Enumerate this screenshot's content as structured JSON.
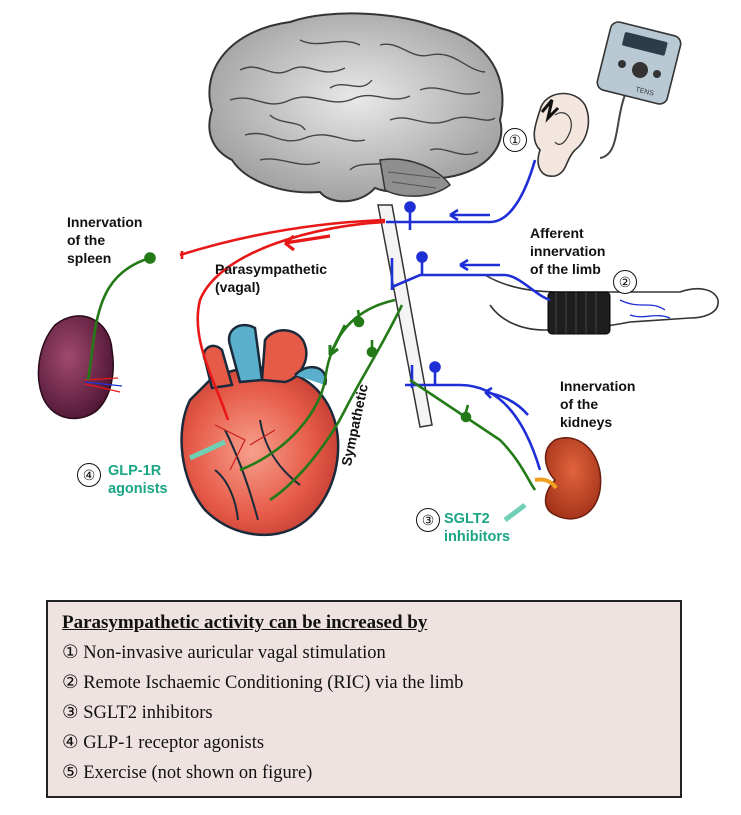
{
  "labels": {
    "spleen": [
      "Innervation",
      "of the",
      "spleen"
    ],
    "parasympathetic": [
      "Parasympathetic",
      "(vagal)"
    ],
    "afferent": [
      "Afferent",
      "innervation",
      "of the limb"
    ],
    "kidneys": [
      "Innervation",
      "of the",
      "kidneys"
    ],
    "sympathetic": "Sympathetic",
    "glp": [
      "GLP-1R",
      "agonists"
    ],
    "sglt": [
      "SGLT2",
      "inhibitors"
    ],
    "markers": [
      "①",
      "②",
      "③",
      "④"
    ],
    "device_text": "TENS"
  },
  "box": {
    "heading": "Parasympathetic activity can be increased by",
    "items": [
      "① Non-invasive auricular vagal stimulation",
      "② Remote Ischaemic Conditioning (RIC) via the limb",
      "③ SGLT2 inhibitors",
      "④ GLP-1 receptor agonists",
      "⑤ Exercise (not shown on figure)"
    ]
  },
  "colors": {
    "afferent": "#1f2fd6",
    "vagal": "#e81818",
    "sympathetic": "#237a17",
    "drug": "#1aa585",
    "box_bg": "#efe3e1"
  }
}
